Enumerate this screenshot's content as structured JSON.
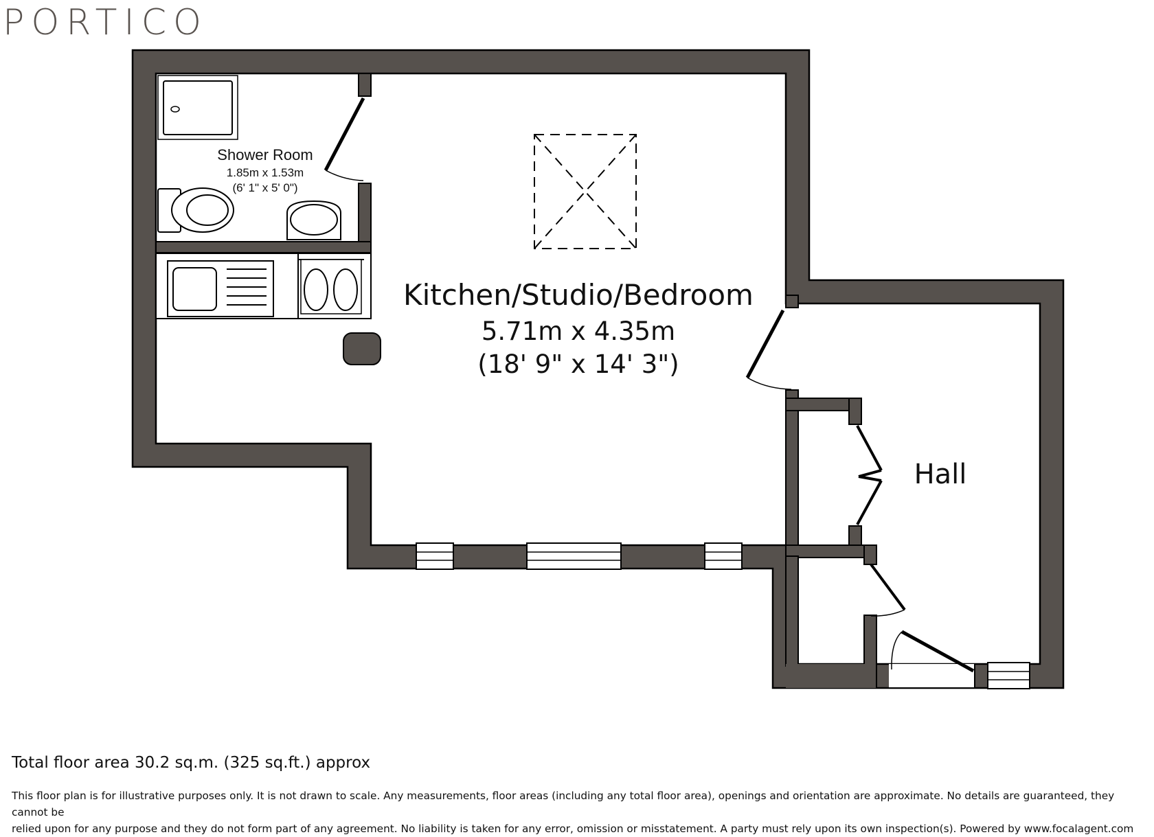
{
  "brand": {
    "name": "PORTICO"
  },
  "colors": {
    "wall": "#56514d",
    "wall_stroke": "#000000",
    "background": "#ffffff",
    "text": "#111111"
  },
  "rooms": {
    "shower": {
      "name": "Shower Room",
      "metric": "1.85m x 1.53m",
      "imperial": "(6' 1\" x 5' 0\")"
    },
    "studio": {
      "name": "Kitchen/Studio/Bedroom",
      "metric": "5.71m x 4.35m",
      "imperial": "(18' 9\" x 14' 3\")"
    },
    "hall": {
      "name": "Hall"
    }
  },
  "footer": {
    "total_area": "Total floor area 30.2 sq.m. (325 sq.ft.) approx",
    "disclaimer_line1": "This floor plan is for illustrative purposes only. It is not drawn to scale. Any measurements, floor areas (including any total floor area), openings and orientation are approximate. No details are guaranteed, they cannot be",
    "disclaimer_line2": "relied upon for any purpose and they do not form part of any agreement. No liability is taken for any error, omission or misstatement. A party must rely upon its own inspection(s). Powered by www.focalagent.com"
  }
}
